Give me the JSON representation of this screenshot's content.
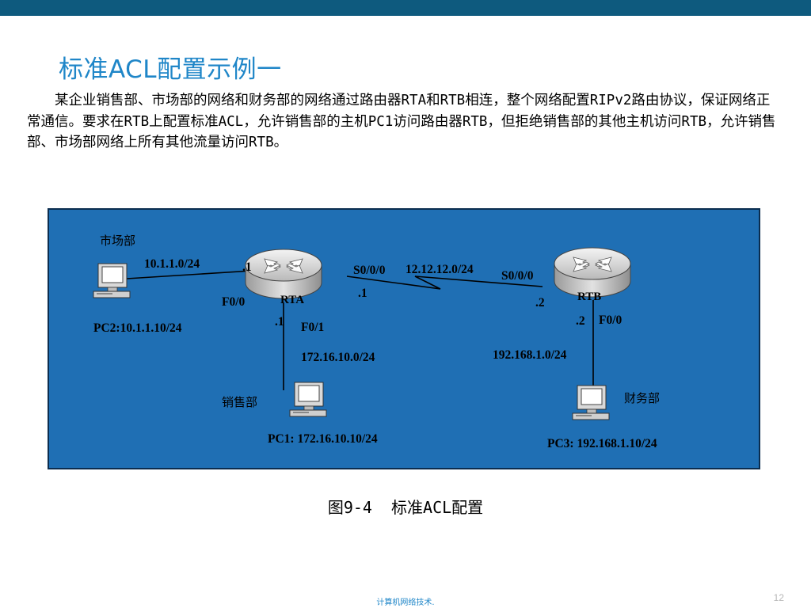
{
  "slide": {
    "title": "标准ACL配置示例一",
    "body": "某企业销售部、市场部的网络和财务部的网络通过路由器RTA和RTB相连，整个网络配置RIPv2路由协议，保证网络正常通信。要求在RTB上配置标准ACL，允许销售部的主机PC1访问路由器RTB，但拒绝销售部的其他主机访问RTB，允许销售部、市场部网络上所有其他流量访问RTB。",
    "caption": "图9-4  标准ACL配置",
    "footer": "计算机网络技术.",
    "page_number": "12"
  },
  "diagram": {
    "background_color": "#1f6fb4",
    "border_color": "#0b2d4f",
    "routers": {
      "rta": {
        "name": "RTA"
      },
      "rtb": {
        "name": "RTB"
      }
    },
    "departments": {
      "market": "市场部",
      "sales": "销售部",
      "finance": "财务部"
    },
    "pcs": {
      "pc2": "PC2:10.1.1.10/24",
      "pc1": "PC1: 172.16.10.10/24",
      "pc3": "PC3: 192.168.1.10/24"
    },
    "networks": {
      "market_net": "10.1.1.0/24",
      "serial_net": "12.12.12.0/24",
      "sales_net": "172.16.10.0/24",
      "finance_net": "192.168.1.0/24"
    },
    "interfaces": {
      "rta_f00": "F0/0",
      "rta_f00_ip": ".1",
      "rta_s000": "S0/0/0",
      "rta_s000_ip": ".1",
      "rta_f01": "F0/1",
      "rta_f01_ip": ".1",
      "rtb_s000": "S0/0/0",
      "rtb_s000_ip": ".2",
      "rtb_f00": "F0/0",
      "rtb_f00_ip": ".2"
    }
  }
}
